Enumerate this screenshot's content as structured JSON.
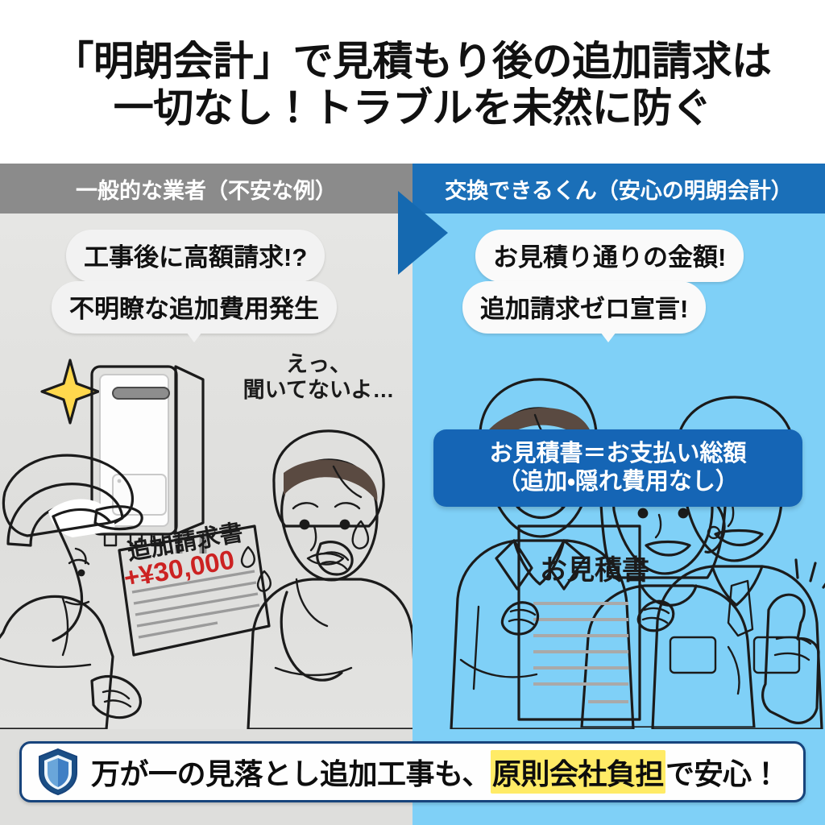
{
  "title": {
    "line1": "「明朗会計」で見積もり後の追加請求は",
    "line2": "一切なし！トラブルを未然に防ぐ"
  },
  "headers": {
    "left": "一般的な業者（不安な例）",
    "right": "交換できるくん（安心の明朗会計）"
  },
  "left_panel": {
    "bubble1": "工事後に高額請求!?",
    "bubble2": "不明瞭な追加費用発生",
    "note_line1": "えっ、",
    "note_line2": "聞いてないよ…",
    "invoice_title": "追加請求書",
    "invoice_amount": "+¥30,000"
  },
  "right_panel": {
    "bubble1": "お見積り通りの金額!",
    "bubble2": "追加請求ゼロ宣言!",
    "document_title": "お見積書",
    "summary_line1": "お見積書＝お支払い総額",
    "summary_line2": "（追加・隠れ費用なし）"
  },
  "banner": {
    "text_before": "万が一の見落とし追加工事も、",
    "highlight": "原則会社負担",
    "text_after": "で安心！"
  },
  "colors": {
    "header_left": "#8b8b8b",
    "header_right": "#1a6fb8",
    "panel_left": "#dededc",
    "panel_right": "#7fd0f7",
    "accent_blue": "#1565b5",
    "highlight_yellow": "#ffeb66",
    "invoice_red": "#cc2222",
    "banner_border": "#17447c"
  }
}
